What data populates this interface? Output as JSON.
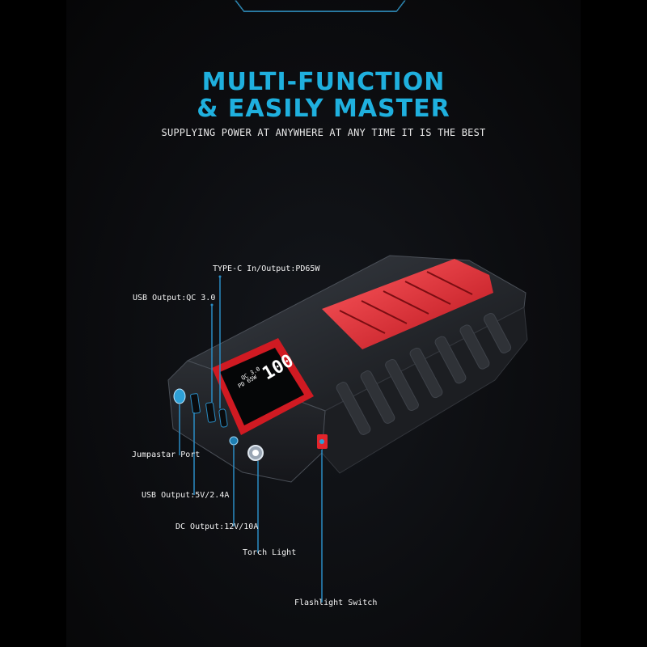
{
  "headline": {
    "line1": "MULTI-FUNCTION",
    "line2": "& EASILY MASTER",
    "subtitle": "SUPPLYING POWER AT ANYWHERE AT ANY TIME IT IS THE BEST"
  },
  "callouts": {
    "typec": "TYPE-C In/Output:PD65W",
    "usb_qc": "USB Output:QC 3.0",
    "jump_port": "Jumpastar Port",
    "usb_5v": "USB Output:5V/2.4A",
    "dc_out": "DC Output:12V/10A",
    "torch": "Torch Light",
    "flash_switch": "Flashlight Switch"
  },
  "display": {
    "reading": "100",
    "line_a": "QC 3.0",
    "line_b": "PD 65W"
  },
  "colors": {
    "accent": "#1fb0de",
    "body_red": "#e3242b",
    "body_dark": "#2a2d33",
    "leader_line": "#2a8cc4"
  }
}
